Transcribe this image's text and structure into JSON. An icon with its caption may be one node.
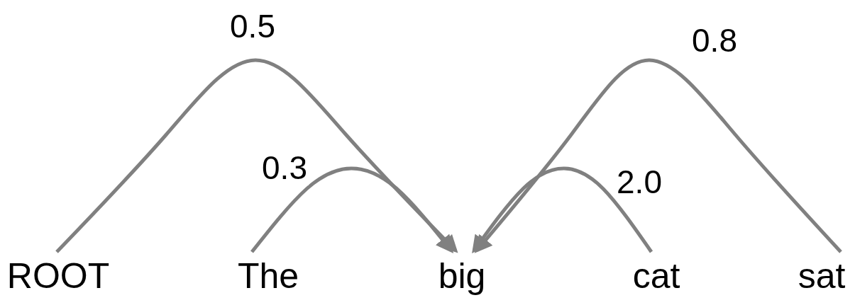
{
  "diagram": {
    "nodes": [
      {
        "text": [
          "ROOT"
        ]
      },
      {
        "text": [
          "The"
        ]
      },
      {
        "text": [
          "big"
        ]
      },
      {
        "text": [
          "cat"
        ]
      },
      {
        "text": [
          "sat"
        ]
      }
    ],
    "edges": [
      {
        "from": 0,
        "to": 2,
        "arrow": "to",
        "label": "0.5"
      },
      {
        "from": 1,
        "to": 2,
        "arrow": "to",
        "label": "0.3"
      },
      {
        "from": 3,
        "to": 2,
        "arrow": "to",
        "label": "2.0"
      },
      {
        "from": 4,
        "to": 2,
        "arrow": "to",
        "label": "0.8"
      }
    ]
  }
}
